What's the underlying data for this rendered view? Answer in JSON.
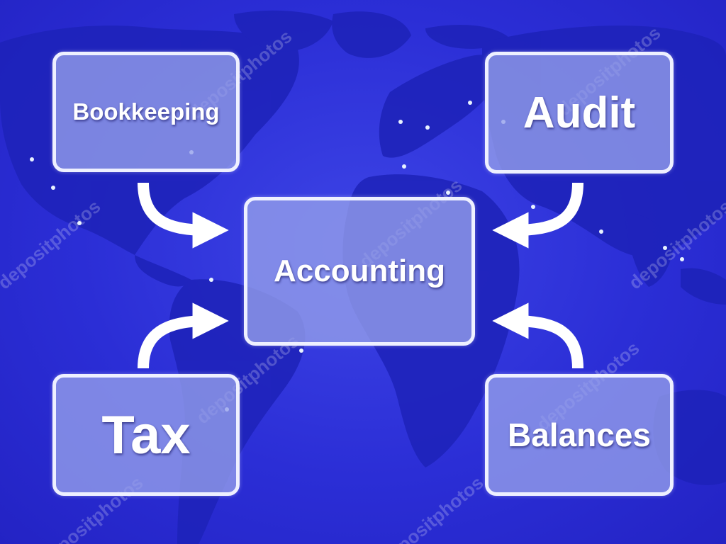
{
  "diagram": {
    "center": {
      "label": "Accounting"
    },
    "nodes": {
      "top_left": {
        "label": "Bookkeeping"
      },
      "top_right": {
        "label": "Audit"
      },
      "bottom_left": {
        "label": "Tax"
      },
      "bottom_right": {
        "label": "Balances"
      }
    }
  },
  "watermark": {
    "text": "depositphotos"
  },
  "colors": {
    "background": "#2f2fd9",
    "box_fill": "#96a0eb",
    "box_border": "#eef0ff",
    "arrow": "#ffffff",
    "continents": "#1b1fb3"
  },
  "icons": {
    "arrow": "curved-arrow-icon",
    "map": "world-map-icon"
  }
}
